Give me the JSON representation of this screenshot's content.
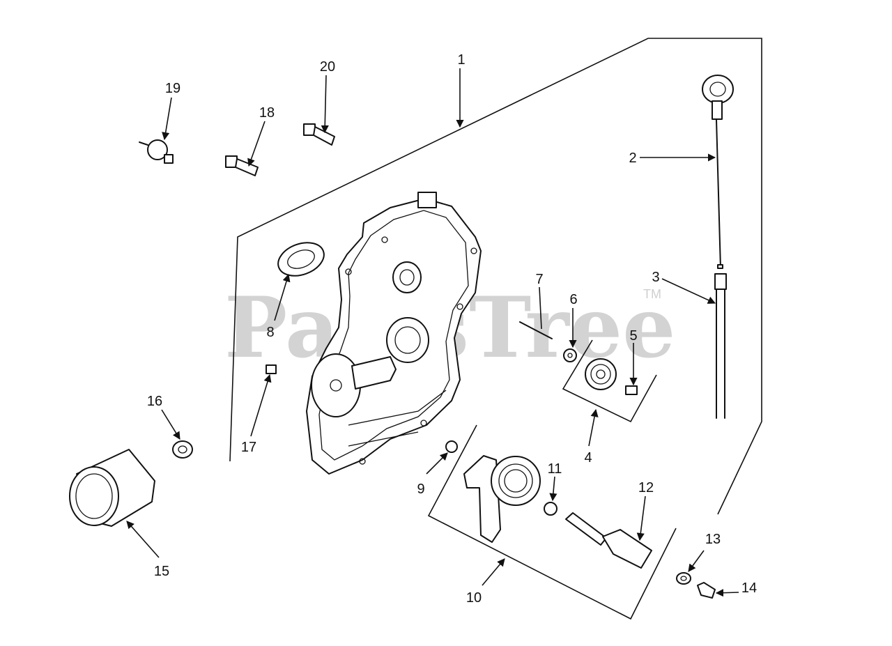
{
  "watermark": {
    "text": "PartsTree",
    "trademark": "TM"
  },
  "callouts": [
    {
      "id": "1",
      "label": "1"
    },
    {
      "id": "2",
      "label": "2"
    },
    {
      "id": "3",
      "label": "3"
    },
    {
      "id": "4",
      "label": "4"
    },
    {
      "id": "5",
      "label": "5"
    },
    {
      "id": "6",
      "label": "6"
    },
    {
      "id": "7",
      "label": "7"
    },
    {
      "id": "8",
      "label": "8"
    },
    {
      "id": "9",
      "label": "9"
    },
    {
      "id": "10",
      "label": "10"
    },
    {
      "id": "11",
      "label": "11"
    },
    {
      "id": "12",
      "label": "12"
    },
    {
      "id": "13",
      "label": "13"
    },
    {
      "id": "14",
      "label": "14"
    },
    {
      "id": "15",
      "label": "15"
    },
    {
      "id": "16",
      "label": "16"
    },
    {
      "id": "17",
      "label": "17"
    },
    {
      "id": "18",
      "label": "18"
    },
    {
      "id": "19",
      "label": "19"
    },
    {
      "id": "20",
      "label": "20"
    }
  ]
}
